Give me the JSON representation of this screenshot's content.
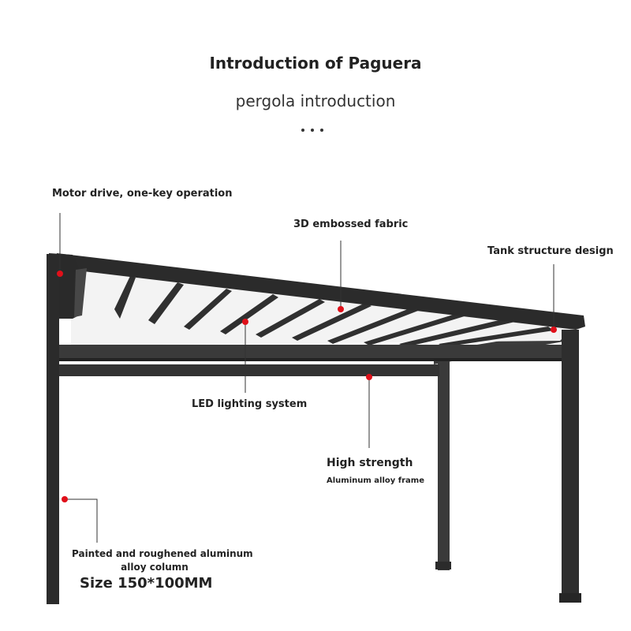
{
  "header": {
    "title": "Introduction of Paguera",
    "subtitle": "pergola  introduction"
  },
  "callouts": {
    "motor_drive": "Motor drive, one-key operation",
    "fabric": "3D embossed fabric",
    "tank_structure": "Tank structure design",
    "led_lighting": "LED lighting system",
    "high_strength": "High strength",
    "frame": "Aluminum alloy frame",
    "column_line1": "Painted and roughened aluminum",
    "column_line2": "alloy column",
    "column_size": "Size 150*100MM"
  },
  "colors": {
    "frame": "#2b2b2b",
    "callout_dot": "#e0101a",
    "leader": "#333333"
  }
}
